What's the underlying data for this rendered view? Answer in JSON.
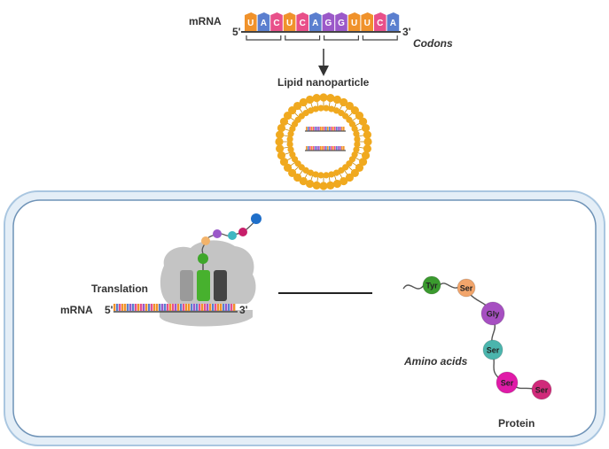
{
  "top": {
    "mrna_label": "mRNA",
    "five_prime": "5'",
    "three_prime": "3'",
    "codons_label": "Codons",
    "bases": [
      {
        "letter": "U",
        "color": "#f0922b"
      },
      {
        "letter": "A",
        "color": "#5b7fcf"
      },
      {
        "letter": "C",
        "color": "#e8508a"
      },
      {
        "letter": "U",
        "color": "#f0922b"
      },
      {
        "letter": "C",
        "color": "#e8508a"
      },
      {
        "letter": "A",
        "color": "#5b7fcf"
      },
      {
        "letter": "G",
        "color": "#9b59c9"
      },
      {
        "letter": "G",
        "color": "#9b59c9"
      },
      {
        "letter": "U",
        "color": "#f0922b"
      },
      {
        "letter": "U",
        "color": "#f0922b"
      },
      {
        "letter": "C",
        "color": "#e8508a"
      },
      {
        "letter": "A",
        "color": "#5b7fcf"
      }
    ],
    "lipid_label": "Lipid nanoparticle"
  },
  "cell": {
    "translation_label": "Translation",
    "mrna_label": "mRNA",
    "five_prime": "5'",
    "three_prime": "3'",
    "amino_acids_label": "Amino acids",
    "protein_label": "Protein",
    "chain": [
      {
        "label": "Tyr",
        "color": "#3a9a2e"
      },
      {
        "label": "Ser",
        "color": "#f2a56b"
      },
      {
        "label": "Gly",
        "color": "#a64fc1"
      },
      {
        "label": "Ser",
        "color": "#4bb5ad"
      },
      {
        "label": "Ser",
        "color": "#e01aa8"
      },
      {
        "label": "Ser",
        "color": "#d02a7a"
      }
    ],
    "nascent_chain_colors": [
      "#f2b36b",
      "#9b59c9",
      "#3fb7c2",
      "#c71f6a",
      "#1f6fc9"
    ]
  },
  "colors": {
    "lipid_head": "#f0a91f",
    "cell_outer": "#b9d3e8",
    "cell_inner_border": "#6f93b7",
    "ribosome": "#c2c2c2"
  }
}
